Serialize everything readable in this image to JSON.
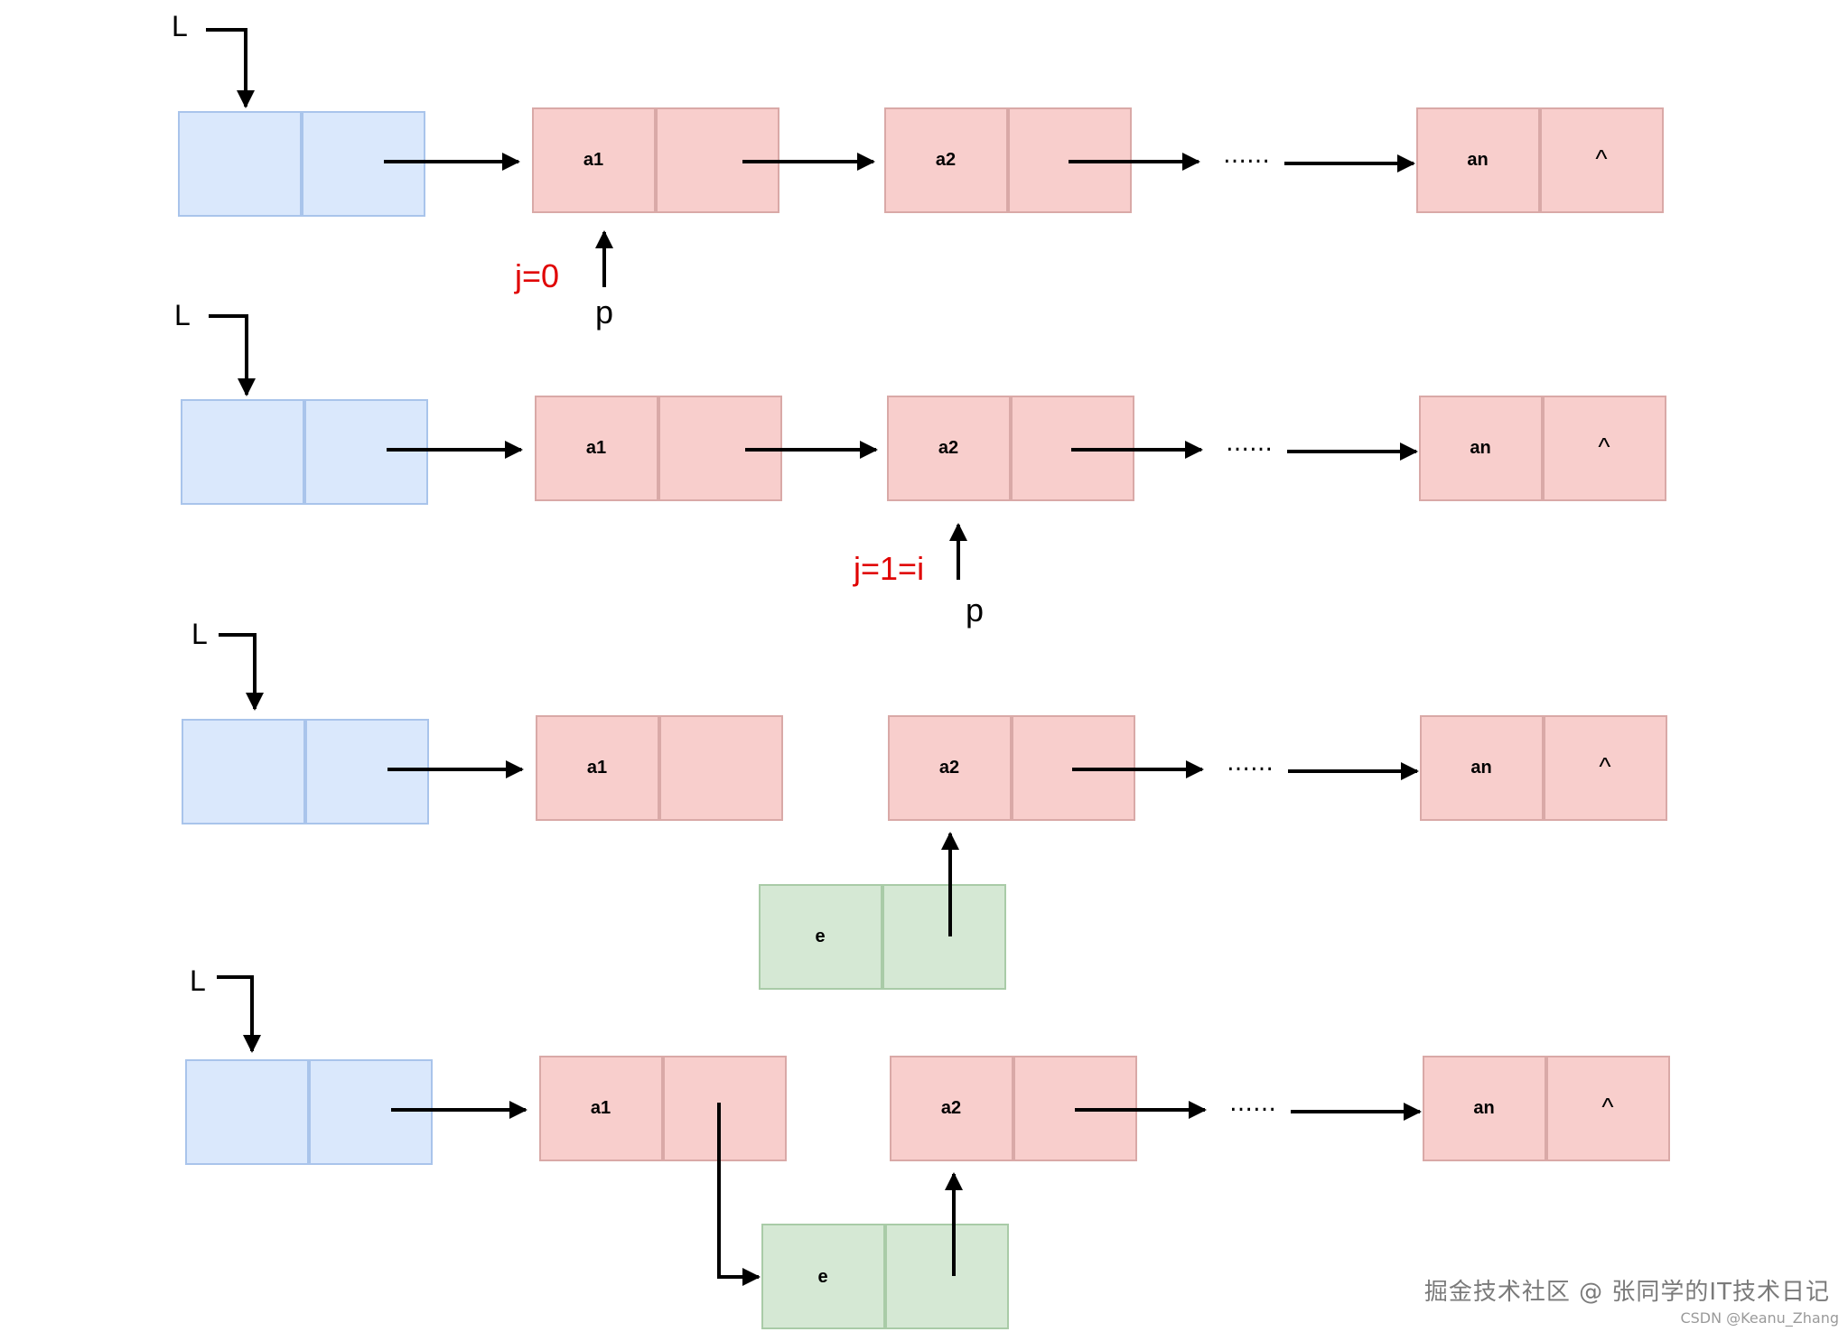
{
  "colors": {
    "head_fill": "#dae8fc",
    "head_stroke": "#a9c4eb",
    "node_fill": "#f8cecc",
    "node_stroke": "#d9a9a7",
    "new_fill": "#d5e8d4",
    "new_stroke": "#a9cba7",
    "annotation": "#e00000",
    "line": "#000000"
  },
  "rows": [
    {
      "head_label": "L",
      "nodes": [
        "a1",
        "a2",
        "an"
      ],
      "ellipsis": "……",
      "null_mark": "^",
      "pointer_label": "p",
      "counter_label": "j=0"
    },
    {
      "head_label": "L",
      "nodes": [
        "a1",
        "a2",
        "an"
      ],
      "ellipsis": "……",
      "null_mark": "^",
      "pointer_label": "p",
      "counter_label": "j=1=i"
    },
    {
      "head_label": "L",
      "nodes": [
        "a1",
        "a2",
        "an"
      ],
      "ellipsis": "……",
      "null_mark": "^",
      "new_node": "e"
    },
    {
      "head_label": "L",
      "nodes": [
        "a1",
        "a2",
        "an"
      ],
      "ellipsis": "……",
      "null_mark": "^",
      "new_node": "e"
    }
  ],
  "watermark": "掘金技术社区 @ 张同学的IT技术日记",
  "credit": "CSDN @Keanu_Zhang"
}
